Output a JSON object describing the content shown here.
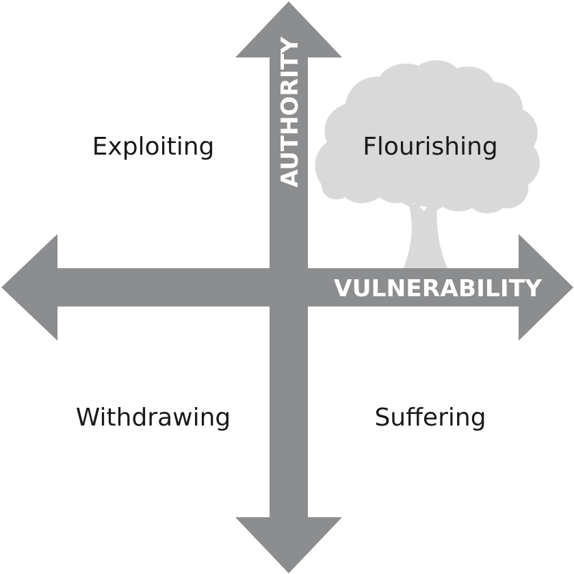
{
  "axes": {
    "vertical_label": "AUTHORITY",
    "horizontal_label": "VULNERABILITY"
  },
  "quadrants": {
    "top_left": "Exploiting",
    "top_right": "Flourishing",
    "bottom_left": "Withdrawing",
    "bottom_right": "Suffering"
  },
  "colors": {
    "arrow": "#8c8d8f",
    "tree": "#d9d9d9",
    "text": "#1a1a1a",
    "axis_text": "#ffffff",
    "background": "#ffffff"
  },
  "icons": {
    "tree": "tree-icon"
  }
}
